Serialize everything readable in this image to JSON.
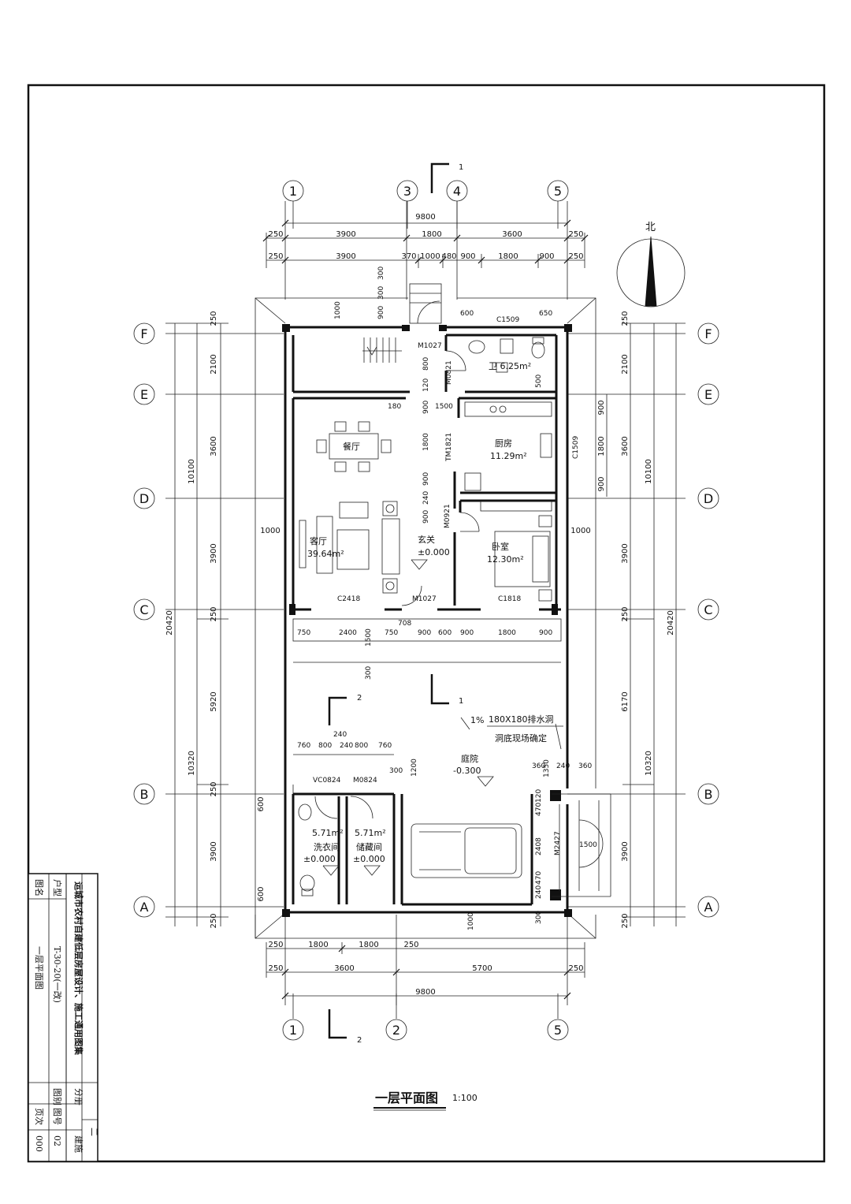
{
  "north": {
    "label": "北"
  },
  "section_marks": {
    "s1": "1",
    "s2": "2"
  },
  "axes": {
    "top": [
      "1",
      "3",
      "4",
      "5"
    ],
    "bottom": [
      "1",
      "2",
      "5"
    ],
    "rows": [
      "F",
      "E",
      "D",
      "C",
      "B",
      "A"
    ]
  },
  "dims_top": {
    "total": "9800",
    "row1": [
      "250",
      "3900",
      "1800",
      "3600",
      "250"
    ],
    "row2": [
      "250",
      "3900",
      "370",
      "1000",
      "480",
      "900",
      "1800",
      "900",
      "250"
    ]
  },
  "dims_bottom": {
    "row1": [
      "250",
      "1800",
      "1800",
      "250"
    ],
    "row2": [
      "250",
      "3600",
      "5700",
      "250"
    ],
    "total": "9800"
  },
  "dims_left": {
    "row1": [
      "250",
      "2100",
      "3600",
      "3900",
      "250",
      "5920",
      "250",
      "3900",
      "250"
    ],
    "upper_total": "10100",
    "lower_total": "10320",
    "total": "20420",
    "misc": [
      "1000",
      "600",
      "600"
    ]
  },
  "dims_right": {
    "row1": [
      "250",
      "2100",
      "3600",
      "3900",
      "250",
      "6170",
      "3900",
      "250"
    ],
    "upper_total": "10100",
    "lower_total": "10320",
    "total": "20420",
    "sub": [
      "900",
      "1800",
      "900"
    ],
    "misc": [
      "1000"
    ]
  },
  "inner_dims": {
    "stair": [
      "1000",
      "900",
      "300",
      "300"
    ],
    "toilet_top": [
      "600",
      "C1509",
      "650"
    ],
    "mid_a": [
      "120",
      "800",
      "900",
      "1500",
      "180",
      "1800",
      "900",
      "240",
      "900"
    ],
    "court_row": [
      "750",
      "2400",
      "750",
      "708",
      "900",
      "600",
      "900",
      "1800",
      "900"
    ],
    "court_misc": [
      "1500",
      "300",
      "240"
    ],
    "south_rooms": [
      "760",
      "800",
      "240",
      "800",
      "760",
      "300",
      "1200"
    ],
    "gate": [
      "1350",
      "360",
      "240",
      "360",
      "120",
      "470",
      "2408",
      "470",
      "240",
      "1500",
      "300",
      "500",
      "1000"
    ]
  },
  "rooms": {
    "toilet": "卫 6.25m²",
    "dining": "餐厅",
    "kitchen_name": "厨房",
    "kitchen_area": "11.29m²",
    "living_name": "客厅",
    "living_area": "39.64m²",
    "foyer_name": "玄关",
    "foyer_level": "±0.000",
    "bedroom_name": "卧室",
    "bedroom_area": "12.30m²",
    "yard_name": "庭院",
    "yard_level": "-0.300",
    "laundry_area": "5.71m²",
    "laundry_name": "洗衣间",
    "laundry_level": "±0.000",
    "storage_area": "5.71m²",
    "storage_name": "储藏间",
    "storage_level": "±0.000"
  },
  "doors_windows": {
    "m1027_top": "M1027",
    "m0821": "M0821",
    "c1509_side": "C1509",
    "tm1821": "TM1821",
    "m0921": "M0921",
    "c2418": "C2418",
    "m1027_mid": "M1027",
    "c1818": "C1818",
    "vc0824": "VC0824",
    "m0824": "M0824",
    "m2427": "M2427"
  },
  "notes": {
    "drain_1": "180X180排水洞",
    "drain_2": "洞底现场确定",
    "slope": "1%"
  },
  "drawing_title": "一层平面图",
  "scale": "1:100",
  "title_block": {
    "project": "运城市农村自建低层房屋设计、施工通用图集",
    "type_label": "户型",
    "type_value": "T-30-20(一改)",
    "name_label": "图名",
    "name_value": "一层平面图",
    "cat_label": "分册",
    "cat_value": "二",
    "disc_label": "图别",
    "disc_value": "建施",
    "num_label": "图号",
    "num_value": "02",
    "page_label": "页次",
    "page_value": "000"
  }
}
